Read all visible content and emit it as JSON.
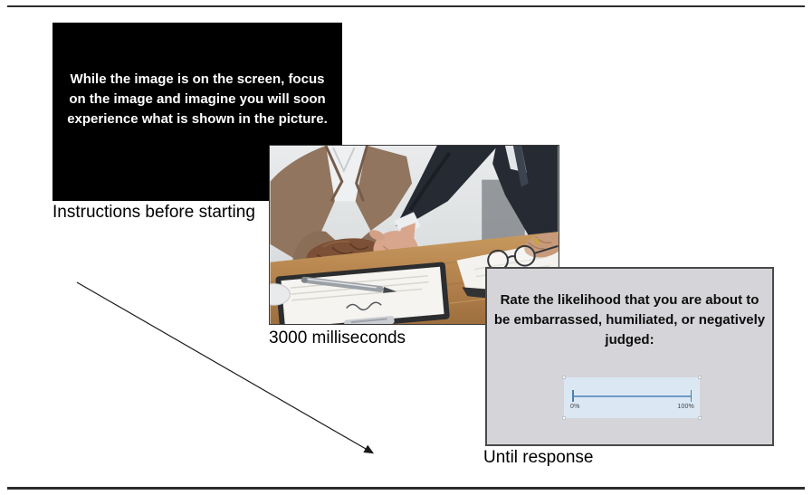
{
  "figure": {
    "background": "#ffffff",
    "rule_color": "#2d2d2d"
  },
  "instruction_screen": {
    "text": "While the image is on the screen, focus on the image and imagine you will soon experience what is shown in the picture.",
    "caption": "Instructions before starting",
    "background": "#000000",
    "text_color": "#ffffff"
  },
  "stimulus_screen": {
    "caption": "3000 milliseconds",
    "photo_description": "Photograph of a business meeting: a person in a dark suit extends an open hand across a wooden desk with documents, a pen and eyeglasses, toward a seated person in a brown blazer with clasped hands."
  },
  "rating_screen": {
    "caption": "Until response",
    "question": "Rate the likelihood that you are about to be embarrassed, humiliated, or negatively judged:",
    "slider": {
      "min_label": "0%",
      "max_label": "100%"
    },
    "background": "#d5d4d8",
    "border_color": "#4a4a4a",
    "slider_background": "#dbe8f4",
    "slider_line_color": "#6f9bc7"
  }
}
